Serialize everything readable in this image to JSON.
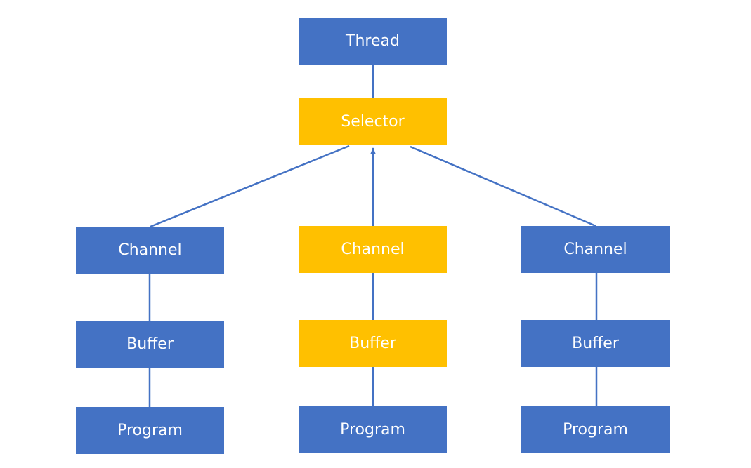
{
  "colors": {
    "primary_box": "#4472C4",
    "highlight_box": "#FFC000",
    "connector": "#4472C4",
    "label_text": "#FFFFFF"
  },
  "nodes": {
    "thread": "Thread",
    "selector": "Selector",
    "left": {
      "channel": "Channel",
      "buffer": "Buffer",
      "program": "Program"
    },
    "middle": {
      "channel": "Channel",
      "buffer": "Buffer",
      "program": "Program"
    },
    "right": {
      "channel": "Channel",
      "buffer": "Buffer",
      "program": "Program"
    }
  },
  "highlighted_path": [
    "selector",
    "middle.channel",
    "middle.buffer"
  ]
}
